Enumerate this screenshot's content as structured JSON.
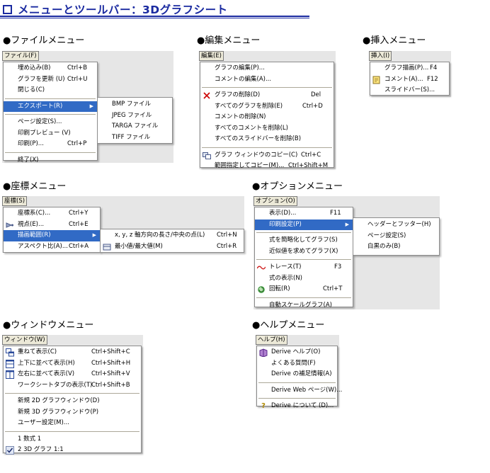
{
  "page": {
    "title": "メニューとツールバー：3Dグラフシート"
  },
  "headings": {
    "file": "●ファイルメニュー",
    "edit": "●編集メニュー",
    "insert": "●挿入メニュー",
    "coords": "●座標メニュー",
    "options": "●オプションメニュー",
    "window": "●ウィンドウメニュー",
    "help": "●ヘルプメニュー"
  },
  "file_menu": {
    "bar_label": "ファイル(F)",
    "items": [
      {
        "label": "埋め込み(B)",
        "shortcut": "Ctrl+B"
      },
      {
        "label": "グラフを更新 (U)",
        "shortcut": "Ctrl+U"
      },
      {
        "label": "閉じる(C)",
        "shortcut": ""
      },
      {
        "label": "エクスポート(R)",
        "shortcut": ""
      },
      {
        "label": "ページ設定(S)...",
        "shortcut": ""
      },
      {
        "label": "印刷プレビュー (V)",
        "shortcut": ""
      },
      {
        "label": "印刷(P)...",
        "shortcut": "Ctrl+P"
      },
      {
        "label": "終了(X)",
        "shortcut": ""
      }
    ],
    "export_submenu": [
      "BMP ファイル",
      "JPEG ファイル",
      "TARGA ファイル",
      "TIFF ファイル"
    ]
  },
  "edit_menu": {
    "bar_label": "編集(E)",
    "items": [
      {
        "label": "グラフの編集(P)...",
        "shortcut": ""
      },
      {
        "label": "コメントの編集(A)...",
        "shortcut": ""
      },
      {
        "label": "グラフの削除(D)",
        "shortcut": "Del"
      },
      {
        "label": "すべてのグラフを削除(E)",
        "shortcut": "Ctrl+D"
      },
      {
        "label": "コメントの削除(N)",
        "shortcut": ""
      },
      {
        "label": "すべてのコメントを削除(L)",
        "shortcut": ""
      },
      {
        "label": "すべてのスライドバーを削除(B)",
        "shortcut": ""
      },
      {
        "label": "グラフ ウィンドウのコピー(C)",
        "shortcut": "Ctrl+C"
      },
      {
        "label": "範囲指定してコピー(M)...",
        "shortcut": "Ctrl+Shift+M"
      }
    ]
  },
  "insert_menu": {
    "bar_label": "挿入(I)",
    "items": [
      {
        "label": "グラフ描画(P)...",
        "shortcut": "F4"
      },
      {
        "label": "コメント(A)...",
        "shortcut": "F12"
      },
      {
        "label": "スライドバー(S)...",
        "shortcut": ""
      }
    ]
  },
  "coords_menu": {
    "bar_label": "座標(S)",
    "items": [
      {
        "label": "座標系(C)...",
        "shortcut": "Ctrl+Y"
      },
      {
        "label": "視点(E)...",
        "shortcut": "Ctrl+E"
      },
      {
        "label": "描画範囲(R)",
        "shortcut": ""
      },
      {
        "label": "アスペクト比(A)...",
        "shortcut": "Ctrl+A"
      }
    ],
    "range_submenu": [
      {
        "label": "x, y, z 軸方向の長さ/中央の点(L)",
        "shortcut": "Ctrl+N"
      },
      {
        "label": "最小値/最大値(M)",
        "shortcut": "Ctrl+R"
      }
    ]
  },
  "options_menu": {
    "bar_label": "オプション(O)",
    "items": [
      {
        "label": "表示(D)...",
        "shortcut": "F11"
      },
      {
        "label": "印刷設定(P)",
        "shortcut": ""
      },
      {
        "label": "式を簡略化してグラフ(S)",
        "shortcut": ""
      },
      {
        "label": "近似値を求めてグラフ(X)",
        "shortcut": ""
      },
      {
        "label": "トレース(T)",
        "shortcut": "F3"
      },
      {
        "label": "式の表示(N)",
        "shortcut": ""
      },
      {
        "label": "回転(R)",
        "shortcut": "Ctrl+T"
      },
      {
        "label": "自動スケールグラフ(A)",
        "shortcut": ""
      }
    ],
    "print_submenu": [
      "ヘッダーとフッター(H)",
      "ページ設定(S)",
      "白黒のみ(B)"
    ]
  },
  "window_menu": {
    "bar_label": "ウィンドウ(W)",
    "items": [
      {
        "label": "重ねて表示(C)",
        "shortcut": "Ctrl+Shift+C"
      },
      {
        "label": "上下に並べて表示(H)",
        "shortcut": "Ctrl+Shift+H"
      },
      {
        "label": "左右に並べて表示(V)",
        "shortcut": "Ctrl+Shift+V"
      },
      {
        "label": "ワークシートタブの表示(T)",
        "shortcut": "Ctrl+Shift+B"
      },
      {
        "label": "新規 2D グラフウィンドウ(D)",
        "shortcut": ""
      },
      {
        "label": "新規 3D グラフウィンドウ(P)",
        "shortcut": ""
      },
      {
        "label": "ユーザー設定(M)...",
        "shortcut": ""
      },
      {
        "label": "1 数式 1",
        "shortcut": ""
      },
      {
        "label": "2 3D グラフ 1:1",
        "shortcut": ""
      }
    ]
  },
  "help_menu": {
    "bar_label": "ヘルプ(H)",
    "items": [
      {
        "label": "Derive ヘルプ(O)",
        "shortcut": ""
      },
      {
        "label": "よくある質問(F)",
        "shortcut": ""
      },
      {
        "label": "Derive の補足情報(A)",
        "shortcut": ""
      },
      {
        "label": "Derive Web ページ(W)...",
        "shortcut": ""
      },
      {
        "label": "Derive について (D)...",
        "shortcut": ""
      }
    ]
  },
  "colors": {
    "title": "#1a2aa0",
    "highlight": "#316ac5",
    "delete_icon": "#cc0000",
    "trace_icon": "#d02020"
  }
}
